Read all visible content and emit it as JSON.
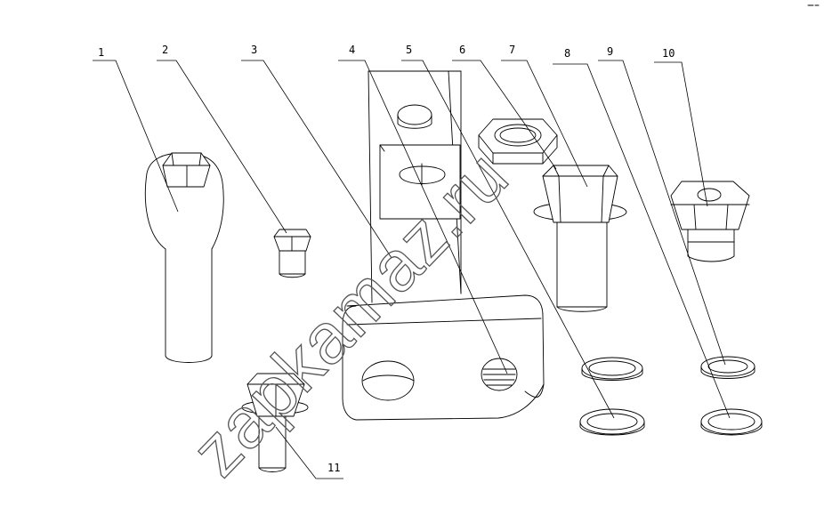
{
  "diagram": {
    "callouts": [
      {
        "id": "1",
        "label": "1"
      },
      {
        "id": "2",
        "label": "2"
      },
      {
        "id": "3",
        "label": "3"
      },
      {
        "id": "4",
        "label": "4"
      },
      {
        "id": "5",
        "label": "5"
      },
      {
        "id": "6",
        "label": "6"
      },
      {
        "id": "7",
        "label": "7"
      },
      {
        "id": "8",
        "label": "8"
      },
      {
        "id": "9",
        "label": "9"
      },
      {
        "id": "10",
        "label": "10"
      },
      {
        "id": "11",
        "label": "11"
      }
    ],
    "watermark": "zapkamaz.ru"
  }
}
